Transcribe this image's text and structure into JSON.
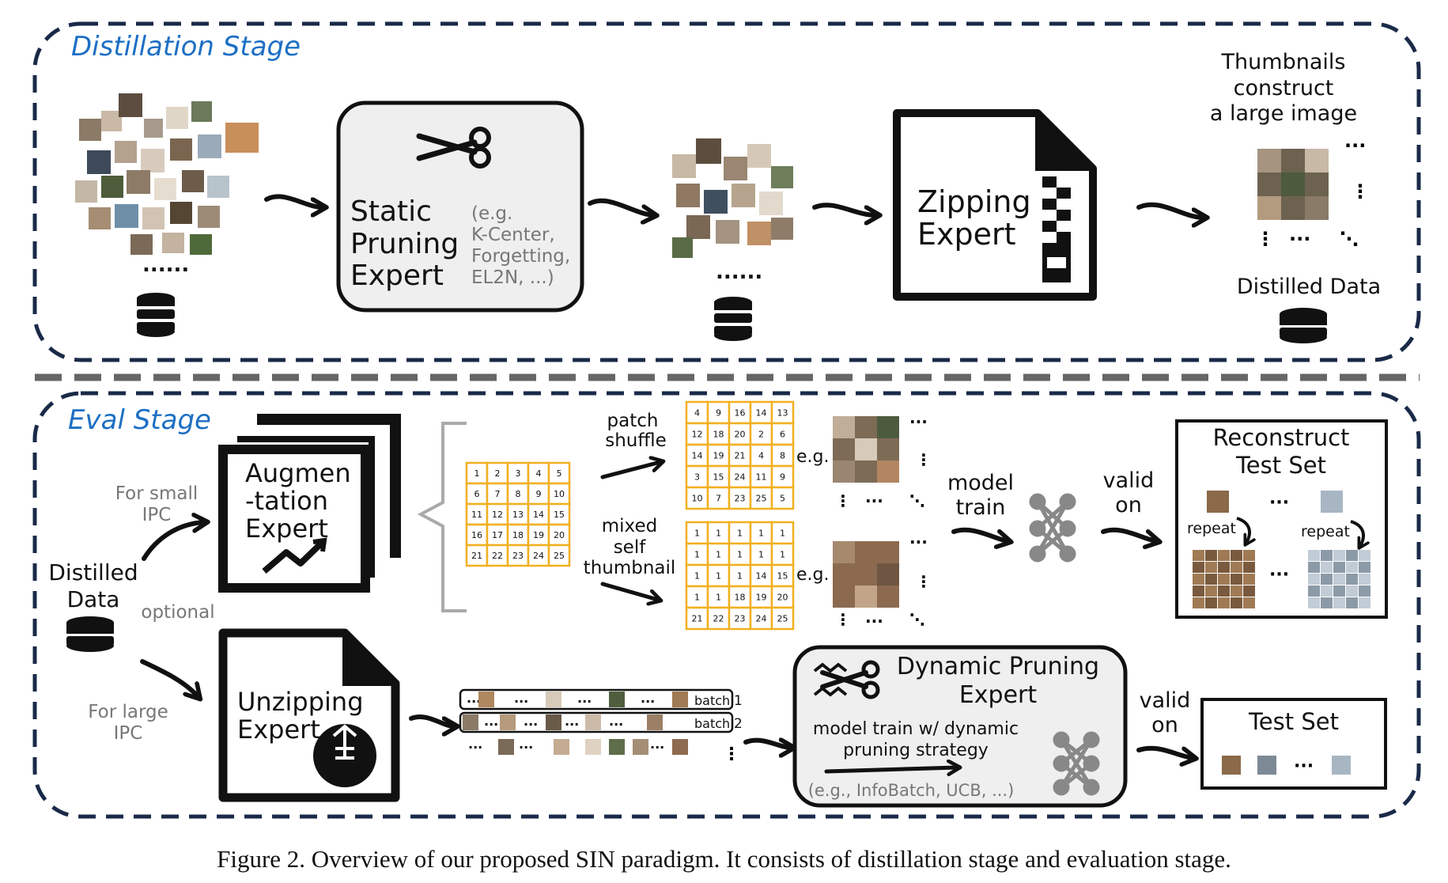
{
  "colors": {
    "stage_title": "#1d6fc4",
    "grid": "#f2b020",
    "border": "#1a2a48",
    "gray_text": "#777777",
    "black": "#111111"
  },
  "distillation": {
    "title": "Distillation Stage",
    "static_expert": [
      "Static",
      "Pruning",
      "Expert"
    ],
    "static_examples": [
      "(e.g.",
      "K-Center,",
      "Forgetting,",
      "EL2N, ...)"
    ],
    "zip_expert": [
      "Zipping",
      "Expert"
    ],
    "thumb_caption": [
      "Thumbnails",
      "construct",
      "a large image"
    ],
    "distilled_label": "Distilled Data",
    "ellipsis": "......"
  },
  "eval": {
    "title": "Eval Stage",
    "aug_expert": [
      "Augmen",
      "-tation",
      "Expert"
    ],
    "small_ipc": [
      "For small",
      "IPC"
    ],
    "large_ipc": [
      "For large",
      "IPC"
    ],
    "distilled": [
      "Distilled",
      "Data"
    ],
    "optional": "optional",
    "patch_shuffle": [
      "patch",
      "shuffle"
    ],
    "mixed_thumb": [
      "mixed",
      "self",
      "thumbnail"
    ],
    "eg": "e.g.",
    "model_train": [
      "model",
      "train"
    ],
    "valid_on": [
      "valid",
      "on"
    ],
    "reconstruct": [
      "Reconstruct",
      "Test Set"
    ],
    "repeat": "repeat",
    "unzip_expert": [
      "Unzipping",
      "Expert"
    ],
    "batch_labels": [
      "batch",
      "batch"
    ],
    "batch_nums": [
      "1",
      "2"
    ],
    "dyn_expert": [
      "Dynamic Pruning",
      "Expert"
    ],
    "dyn_desc": [
      "model train w/ dynamic",
      "pruning strategy"
    ],
    "dyn_examples": "(e.g., InfoBatch, UCB, ...)",
    "test_set": "Test Set",
    "grid_plain": [
      [
        1,
        2,
        3,
        4,
        5
      ],
      [
        6,
        7,
        8,
        9,
        10
      ],
      [
        11,
        12,
        13,
        14,
        15
      ],
      [
        16,
        17,
        18,
        19,
        20
      ],
      [
        21,
        22,
        23,
        24,
        25
      ]
    ],
    "grid_shuffled": [
      [
        4,
        9,
        16,
        14,
        13
      ],
      [
        12,
        18,
        20,
        2,
        6
      ],
      [
        14,
        19,
        21,
        4,
        8
      ],
      [
        3,
        15,
        24,
        11,
        9
      ],
      [
        10,
        7,
        23,
        25,
        5
      ]
    ],
    "grid_mixed": [
      [
        1,
        1,
        1,
        1,
        1
      ],
      [
        1,
        1,
        1,
        1,
        1
      ],
      [
        1,
        1,
        1,
        14,
        15
      ],
      [
        1,
        1,
        18,
        19,
        20
      ],
      [
        21,
        22,
        23,
        24,
        25
      ]
    ]
  },
  "caption": "Figure 2. Overview of our proposed SIN paradigm. It consists of distillation stage and evaluation stage."
}
